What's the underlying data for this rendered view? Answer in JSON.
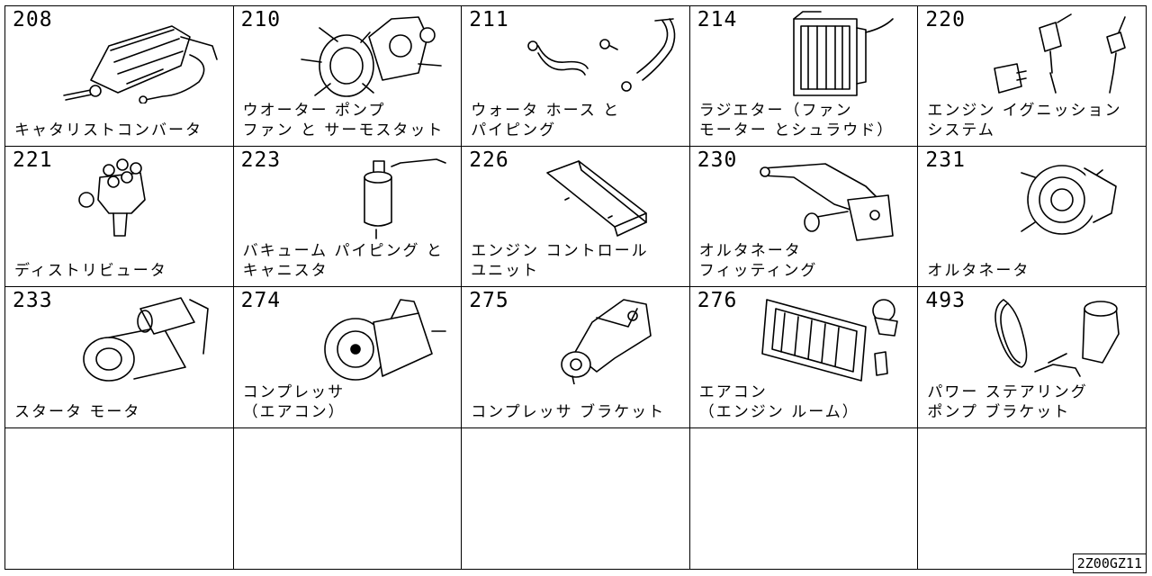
{
  "diagram_code": "2Z00GZ11",
  "parts": [
    {
      "number": "208",
      "lines": [
        "キャタリストコンバータ"
      ],
      "icon": "catalytic-converter"
    },
    {
      "number": "210",
      "lines": [
        "ウオーター ポンプ",
        "ファン と サーモスタット"
      ],
      "icon": "water-pump-fan"
    },
    {
      "number": "211",
      "lines": [
        "ウォータ ホース と",
        "パイピング"
      ],
      "icon": "water-hose"
    },
    {
      "number": "214",
      "lines": [
        "ラジエター（ファン",
        "モーター とシュラウド）"
      ],
      "icon": "radiator"
    },
    {
      "number": "220",
      "lines": [
        "エンジン イグニッション",
        "システム"
      ],
      "icon": "ignition-system"
    },
    {
      "number": "221",
      "lines": [
        "ディストリビュータ"
      ],
      "icon": "distributor"
    },
    {
      "number": "223",
      "lines": [
        "バキューム パイピング と",
        "キャニスタ"
      ],
      "icon": "vacuum-canister"
    },
    {
      "number": "226",
      "lines": [
        "エンジン コントロール",
        "ユニット"
      ],
      "icon": "control-unit"
    },
    {
      "number": "230",
      "lines": [
        "オルタネータ",
        "フィッティング"
      ],
      "icon": "alternator-bracket"
    },
    {
      "number": "231",
      "lines": [
        "オルタネータ"
      ],
      "icon": "alternator"
    },
    {
      "number": "233",
      "lines": [
        "スタータ モータ"
      ],
      "icon": "starter-motor"
    },
    {
      "number": "274",
      "lines": [
        "コンプレッサ",
        "（エアコン）"
      ],
      "icon": "ac-compressor"
    },
    {
      "number": "275",
      "lines": [
        "コンプレッサ ブラケット"
      ],
      "icon": "compressor-bracket"
    },
    {
      "number": "276",
      "lines": [
        "エアコン",
        "（エンジン ルーム）"
      ],
      "icon": "ac-condenser"
    },
    {
      "number": "493",
      "lines": [
        "パワー ステアリング",
        "ポンプ ブラケット"
      ],
      "icon": "power-steering-pump"
    }
  ]
}
